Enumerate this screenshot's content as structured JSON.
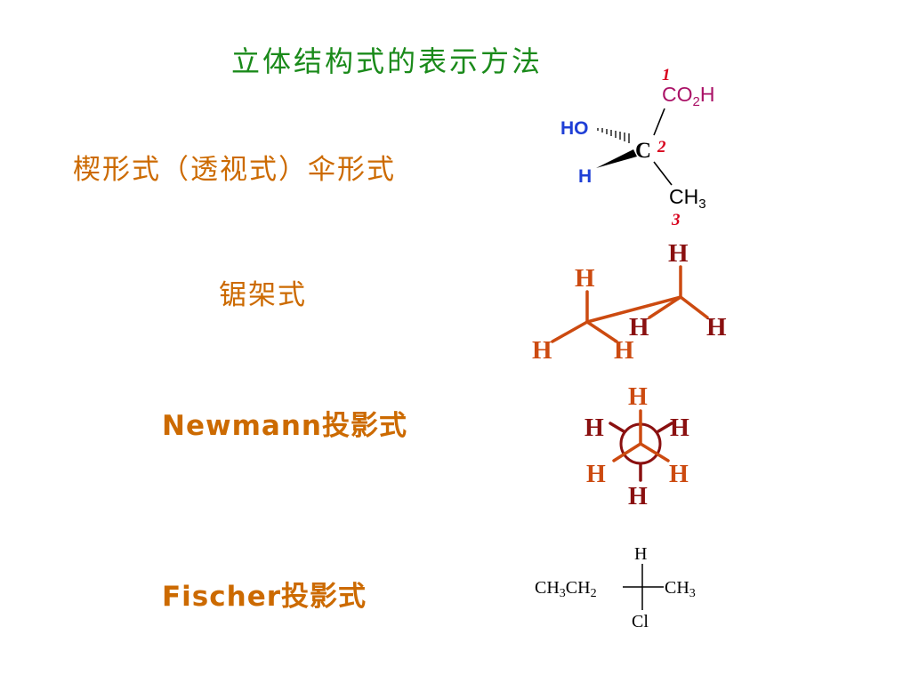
{
  "title": "立体结构式的表示方法",
  "labels": {
    "wedge": "楔形式（透视式）伞形式",
    "sawhorse": "锯架式",
    "newman": "Newmann投影式",
    "fischer": "Fischer投影式"
  },
  "wedge_formula": {
    "num1": "1",
    "num2": "2",
    "num3": "3",
    "top_group": "CO",
    "top_sub": "2",
    "top_tail": "H",
    "left_group": "HO",
    "center": "C",
    "wedge_group": "H",
    "bottom_group": "CH",
    "bottom_sub": "3"
  },
  "sawhorse_formula": {
    "atom": "H"
  },
  "newman_formula": {
    "atom": "H"
  },
  "fischer_formula": {
    "top": "H",
    "left": "CH",
    "left_sub1": "3",
    "left_mid": "CH",
    "left_sub2": "2",
    "right": "CH",
    "right_sub": "3",
    "bottom": "Cl"
  },
  "colors": {
    "title": "#1a8a1a",
    "labels": "#cc6a00",
    "wedge_top": "#aa1166",
    "wedge_blue": "#1f3fd6",
    "numbers": "#d8001c",
    "sawhorse_light": "#cc4a10",
    "sawhorse_dark": "#8a1010"
  }
}
